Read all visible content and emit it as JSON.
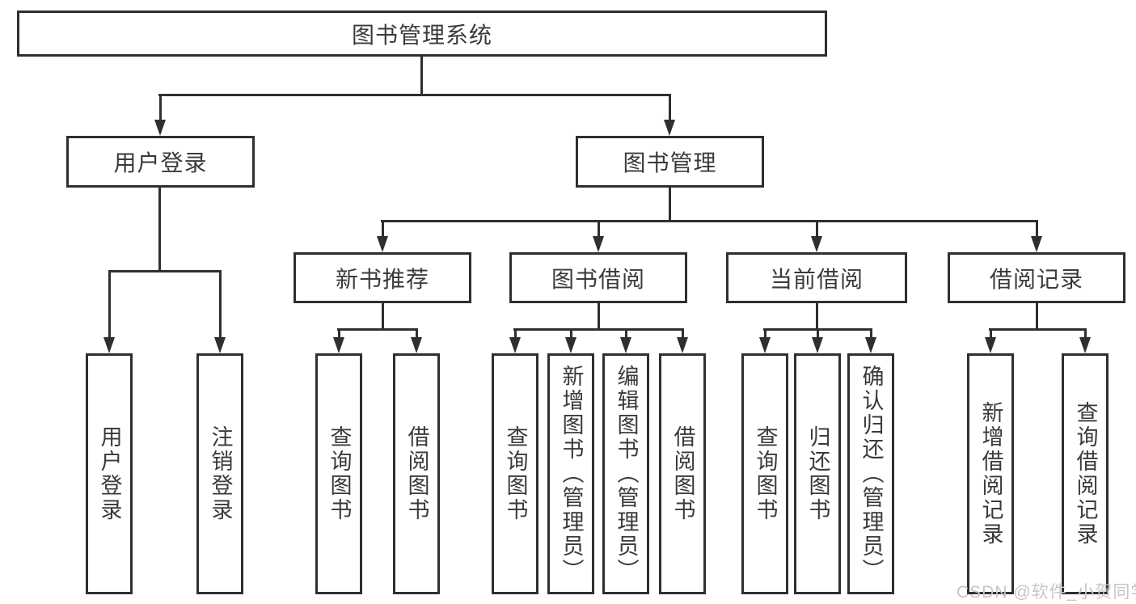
{
  "tree": {
    "root": {
      "label": "图书管理系统"
    },
    "level2": [
      {
        "label": "用户登录",
        "children": [
          {
            "label": "用户登录"
          },
          {
            "label": "注销登录"
          }
        ]
      },
      {
        "label": "图书管理",
        "children": [
          {
            "label": "新书推荐",
            "children": [
              {
                "label": "查询图书"
              },
              {
                "label": "借阅图书"
              }
            ]
          },
          {
            "label": "图书借阅",
            "children": [
              {
                "label": "查询图书"
              },
              {
                "label": "新增图书（管理员）"
              },
              {
                "label": "编辑图书（管理员）"
              },
              {
                "label": "借阅图书"
              }
            ]
          },
          {
            "label": "当前借阅",
            "children": [
              {
                "label": "查询图书"
              },
              {
                "label": "归还图书"
              },
              {
                "label": "确认归还（管理员）"
              }
            ]
          },
          {
            "label": "借阅记录",
            "children": [
              {
                "label": "新增借阅记录"
              },
              {
                "label": "查询借阅记录"
              }
            ]
          }
        ]
      }
    ]
  },
  "watermark": {
    "text": "CSDN @软件_小贺同学"
  },
  "colors": {
    "line": "#2f2f2f",
    "text": "#3a3a3a",
    "watermark": "#c6c6c8",
    "background": "#ffffff"
  }
}
